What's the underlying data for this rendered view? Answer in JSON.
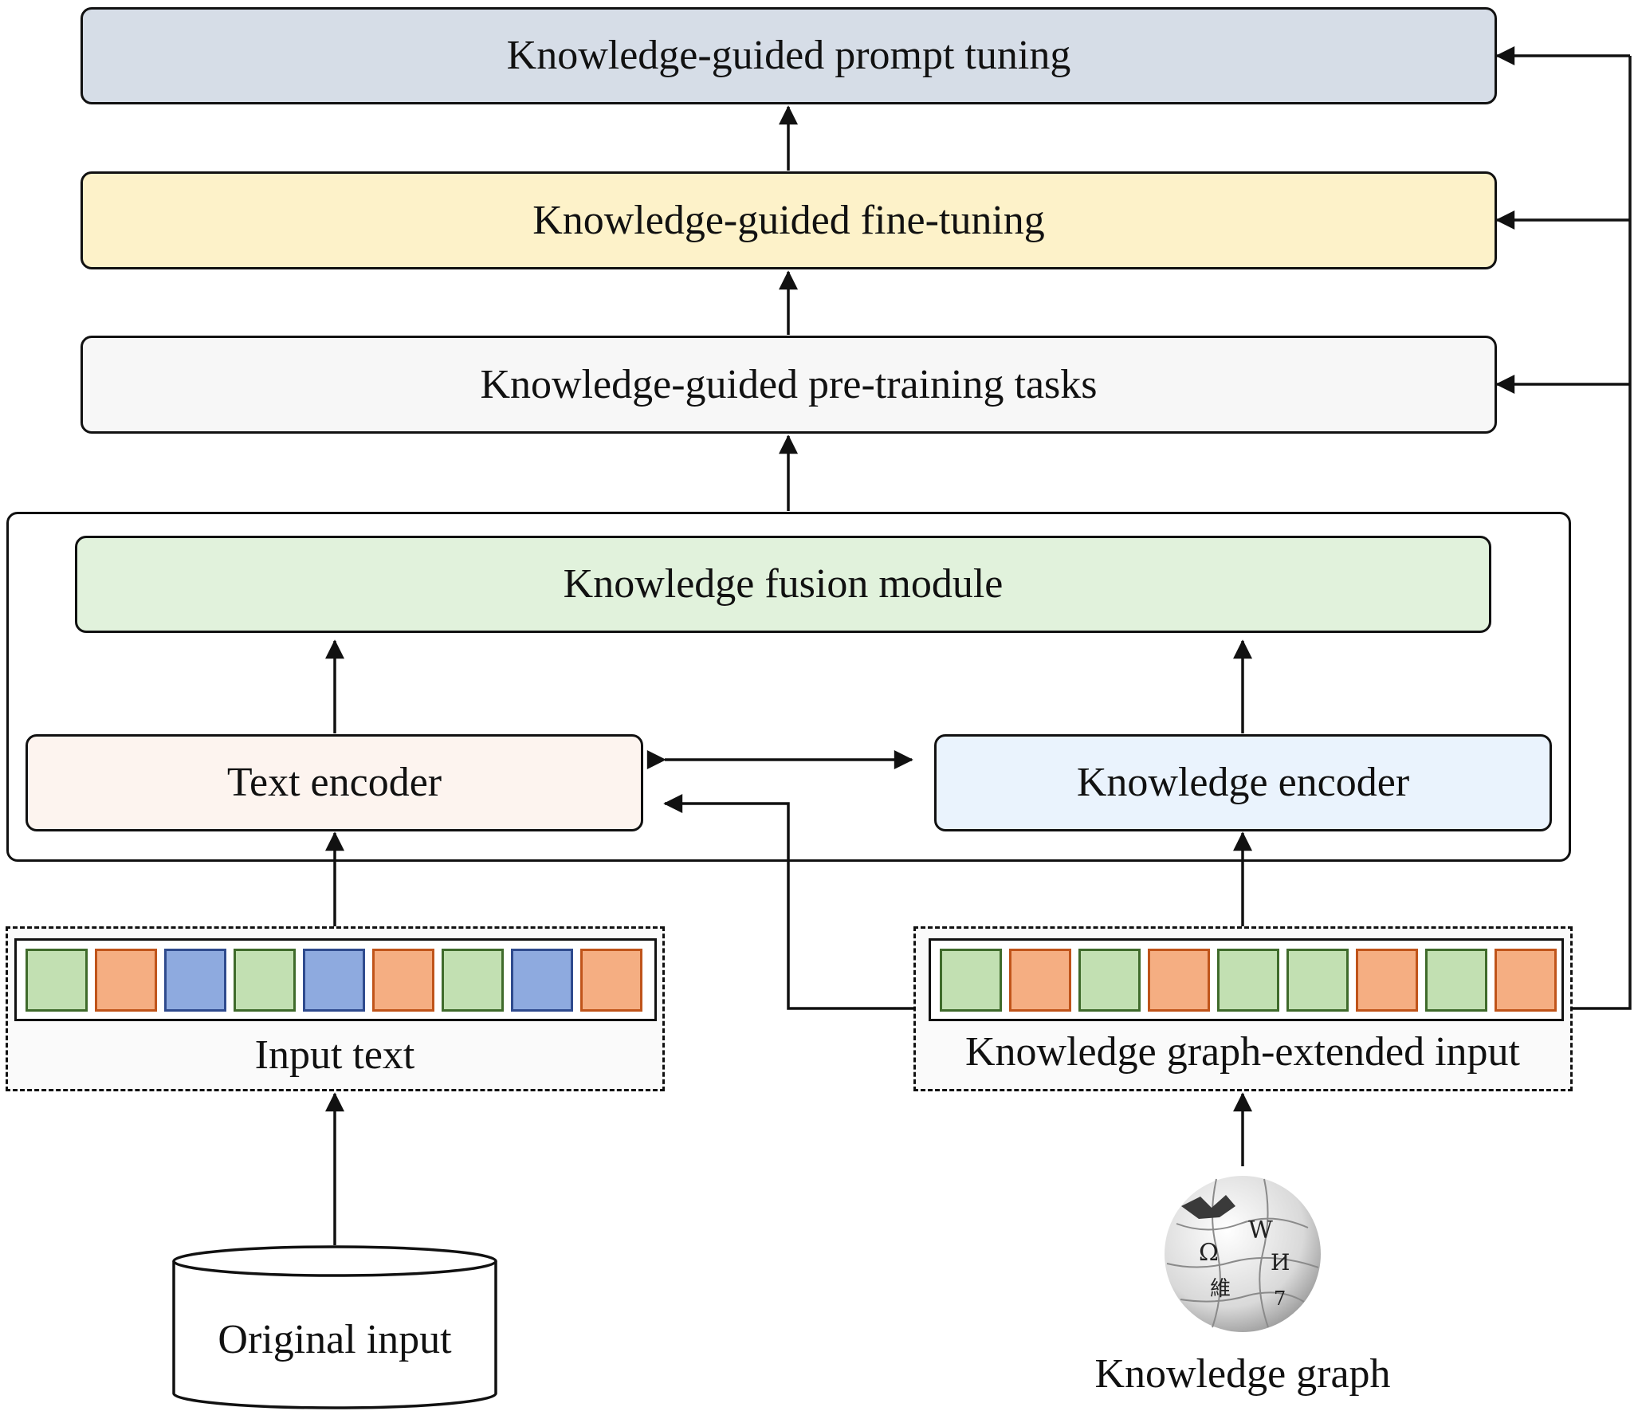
{
  "nodes": {
    "prompt_tuning": "Knowledge-guided prompt tuning",
    "fine_tuning": "Knowledge-guided fine-tuning",
    "pretraining": "Knowledge-guided pre-training tasks",
    "fusion": "Knowledge fusion module",
    "text_encoder": "Text encoder",
    "knowledge_encoder": "Knowledge encoder",
    "input_text": "Input text",
    "kg_input": "Knowledge graph-extended input",
    "original_input": "Original input",
    "knowledge_graph": "Knowledge graph"
  },
  "colors": {
    "prompt_tuning": "#d6dde7",
    "fine_tuning": "#fdf2c9",
    "pretraining": "#f7f7f7",
    "fusion": "#e1f2dc",
    "text_encoder": "#fdf4ef",
    "knowledge_encoder": "#eaf3fd",
    "green": "#c2e0b2",
    "orange": "#f5ae82",
    "blue": "#8eaadf"
  },
  "input_text_sequence": [
    "green",
    "orange",
    "blue",
    "green",
    "blue",
    "orange",
    "green",
    "blue",
    "orange"
  ],
  "kg_input_sequence": [
    "green",
    "orange",
    "green",
    "orange",
    "green",
    "green",
    "orange",
    "green",
    "orange"
  ],
  "logo_glyphs": [
    "W",
    "Ω",
    "И",
    "維",
    "7"
  ]
}
